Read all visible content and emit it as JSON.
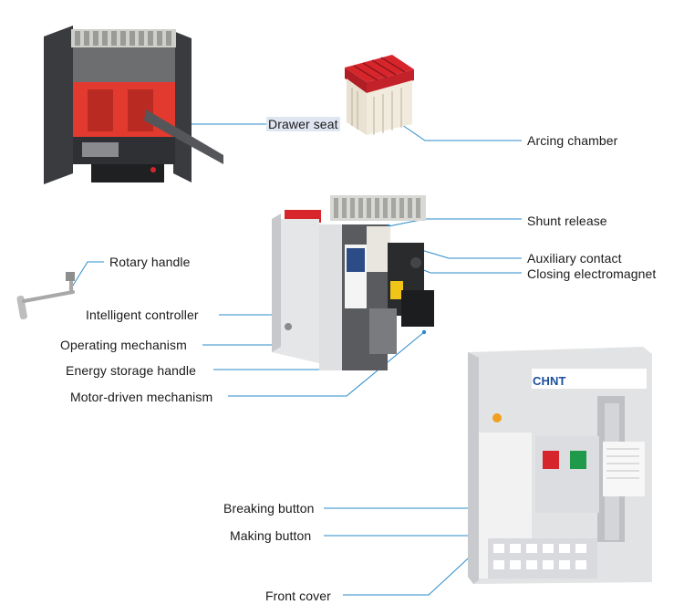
{
  "labels": {
    "drawer_seat": "Drawer seat",
    "arcing_chamber": "Arcing chamber",
    "shunt_release": "Shunt release",
    "auxiliary_contact": "Auxiliary contact",
    "closing_electromagnet": "Closing electromagnet",
    "rotary_handle": "Rotary handle",
    "intelligent_controller": "Intelligent controller",
    "operating_mechanism": "Operating mechanism",
    "energy_storage_handle": "Energy  storage handle",
    "motor_driven_mechanism": "Motor-driven  mechanism",
    "breaking_button": "Breaking button",
    "making_button": "Making button",
    "front_cover": "Front cover"
  },
  "brand": {
    "logo_text": "CHNT"
  },
  "colors": {
    "leader": "#2a8bc9",
    "accent_red": "#d7252c",
    "accent_green": "#1e9a4a",
    "body_grey": "#e2e3e5",
    "dark_frame": "#3a3b3e",
    "brand_blue": "#1b4f9c"
  },
  "icons": {
    "drawer_seat_image": "drawer-seat-illustration",
    "arcing_chamber_image": "arcing-chamber-illustration",
    "breaker_image": "circuit-breaker-illustration",
    "handle_image": "rotary-handle-illustration",
    "cover_image": "front-cover-illustration"
  }
}
